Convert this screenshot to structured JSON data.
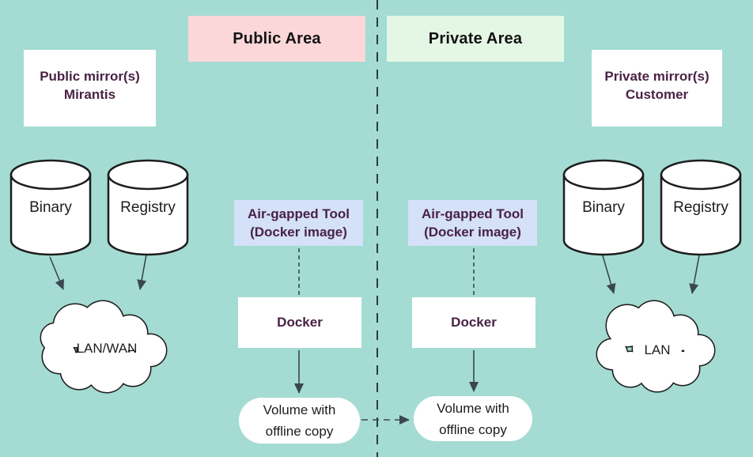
{
  "colors": {
    "background": "#a4dcd3",
    "public_area_bg": "#fbd7d9",
    "private_area_bg": "#e4f7e4",
    "tool_bg": "#d4e1f8",
    "box_bg": "#ffffff",
    "heading_text": "#121212",
    "body_text": "#1d1d1d",
    "accent_text": "#4a2246",
    "outline": "#1d1d1d",
    "arrow": "#3a4650",
    "divider": "#2e3a45"
  },
  "header": {
    "public_area": "Public Area",
    "private_area": "Private Area"
  },
  "public_side": {
    "mirror_box": {
      "title": "Public mirror(s)",
      "owner": "Mirantis"
    },
    "binary_cylinder": "Binary",
    "registry_cylinder": "Registry",
    "cloud": "LAN/WAN",
    "tool_box": {
      "line1": "Air-gapped Tool",
      "line2": "(Docker image)"
    },
    "docker_box": "Docker",
    "volume": "Volume with offline copy"
  },
  "private_side": {
    "mirror_box": {
      "title": "Private mirror(s)",
      "owner": "Customer"
    },
    "binary_cylinder": "Binary",
    "registry_cylinder": "Registry",
    "cloud": "LAN",
    "tool_box": {
      "line1": "Air-gapped Tool",
      "line2": "(Docker image)"
    },
    "docker_box": "Docker",
    "volume": "Volume with offline copy"
  }
}
